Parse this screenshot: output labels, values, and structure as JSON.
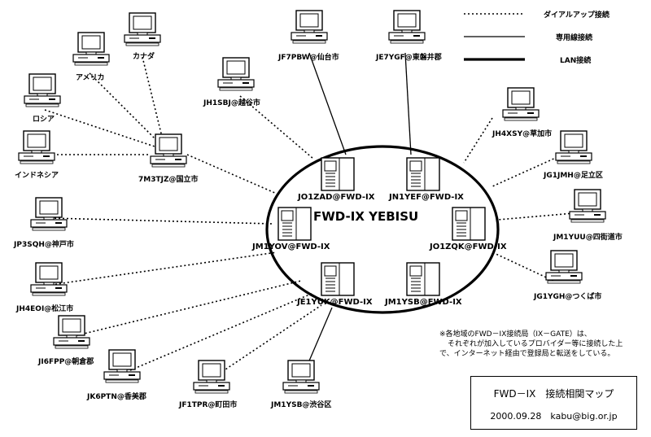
{
  "center_label": "FWD-IX YEBISU",
  "legend": {
    "dialup": "ダイアルアップ接続",
    "leased": "専用線接続",
    "lan": "LAN接続"
  },
  "servers": {
    "jo1zad": "JO1ZAD@FWD-IX",
    "jn1yef": "JN1YEF@FWD-IX",
    "jm1yov": "JM1YOV@FWD-IX",
    "jo1zqk": "JO1ZQK@FWD-IX",
    "je1yuk": "JE1YUK@FWD-IX",
    "jm1ysb": "JM1YSB@FWD-IX"
  },
  "nodes": {
    "canada": "カナダ",
    "america": "アメリカ",
    "russia": "ロシア",
    "indonesia": "インドネシア",
    "7m3tjz": "7M3TJZ@国立市",
    "jf7pbw": "JF7PBW@仙台市",
    "je7ygf": "JE7YGF@東磐井郡",
    "jh1sbj": "JH1SBJ@越谷市",
    "jh4xsy": "JH4XSY@草加市",
    "jg1jmh": "JG1JMH@足立区",
    "jm1yuu": "JM1YUU@四街道市",
    "jg1ygh": "JG1YGH@つくば市",
    "jp3sqh": "JP3SQH@神戸市",
    "jh4eoi": "JH4EOI@松江市",
    "ji6fpp": "JI6FPP@朝倉郡",
    "jk6ptn": "JK6PTN@香美郡",
    "jf1tpr": "JF1TPR@町田市",
    "jm1ysb_shibuya": "JM1YSB@渋谷区"
  },
  "note": [
    "※各地域のFWD－IX接続局（IX－GATE）は、",
    "それぞれが加入しているプロバイダー等に接続した上",
    "で、インターネット経由で登録局と転送をしている。"
  ],
  "title_box": {
    "title": "FWD－IX　接続相関マップ",
    "date_contact": "2000.09.28　kabu@big.or.jp"
  }
}
